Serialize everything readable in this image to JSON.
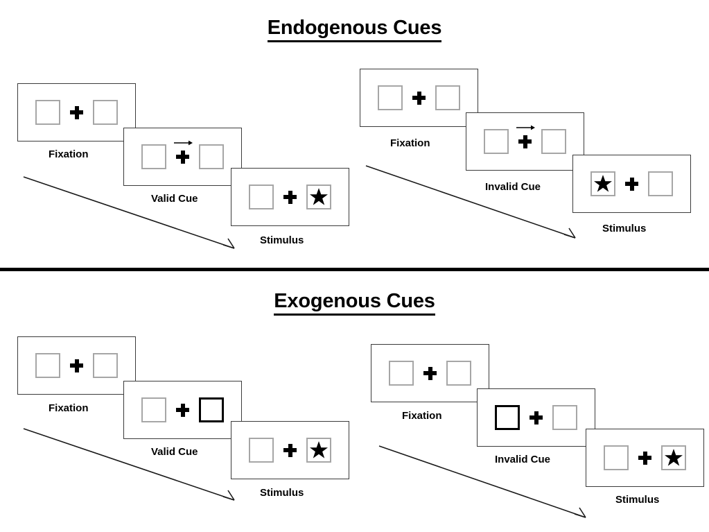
{
  "figure": {
    "title_endogenous": "Endogenous Cues",
    "title_exogenous": "Exogenous Cues"
  },
  "sections": [
    {
      "id": "endogenous",
      "title": "Endogenous Cues",
      "columns": [
        {
          "id": "endogenous-valid",
          "frames": [
            {
              "caption": "Fixation",
              "cue": "none",
              "left_content": "empty",
              "right_content": "empty"
            },
            {
              "caption": "Valid Cue",
              "cue": "arrow-right",
              "left_content": "empty",
              "right_content": "empty"
            },
            {
              "caption": "Stimulus",
              "cue": "none",
              "left_content": "empty",
              "right_content": "star"
            }
          ]
        },
        {
          "id": "endogenous-invalid",
          "frames": [
            {
              "caption": "Fixation",
              "cue": "none",
              "left_content": "empty",
              "right_content": "empty"
            },
            {
              "caption": "Invalid Cue",
              "cue": "arrow-right",
              "left_content": "empty",
              "right_content": "empty"
            },
            {
              "caption": "Stimulus",
              "cue": "none",
              "left_content": "star",
              "right_content": "empty"
            }
          ]
        }
      ]
    },
    {
      "id": "exogenous",
      "title": "Exogenous Cues",
      "columns": [
        {
          "id": "exogenous-valid",
          "frames": [
            {
              "caption": "Fixation",
              "cue": "none",
              "left_content": "empty",
              "right_content": "empty"
            },
            {
              "caption": "Valid Cue",
              "cue": "box-flash-right",
              "left_content": "empty",
              "right_content": "empty"
            },
            {
              "caption": "Stimulus",
              "cue": "none",
              "left_content": "empty",
              "right_content": "star"
            }
          ]
        },
        {
          "id": "exogenous-invalid",
          "frames": [
            {
              "caption": "Fixation",
              "cue": "none",
              "left_content": "empty",
              "right_content": "empty"
            },
            {
              "caption": "Invalid Cue",
              "cue": "box-flash-left",
              "left_content": "empty",
              "right_content": "empty"
            },
            {
              "caption": "Stimulus",
              "cue": "none",
              "left_content": "empty",
              "right_content": "star"
            }
          ]
        }
      ]
    }
  ],
  "labels": {
    "fixation": "Fixation",
    "valid_cue": "Valid Cue",
    "invalid_cue": "Invalid Cue",
    "stimulus": "Stimulus"
  },
  "icons": {
    "fixation_cross": "plus-cross-icon",
    "target_star": "star-icon",
    "cue_arrow": "arrow-right-icon",
    "flow_arrow": "time-flow-arrow-icon"
  },
  "colors": {
    "background": "#ffffff",
    "ink": "#000000",
    "panel_border": "#3a3a3a",
    "square_border": "#a6a6a6",
    "cued_square_border": "#000000",
    "divider": "#000000"
  }
}
